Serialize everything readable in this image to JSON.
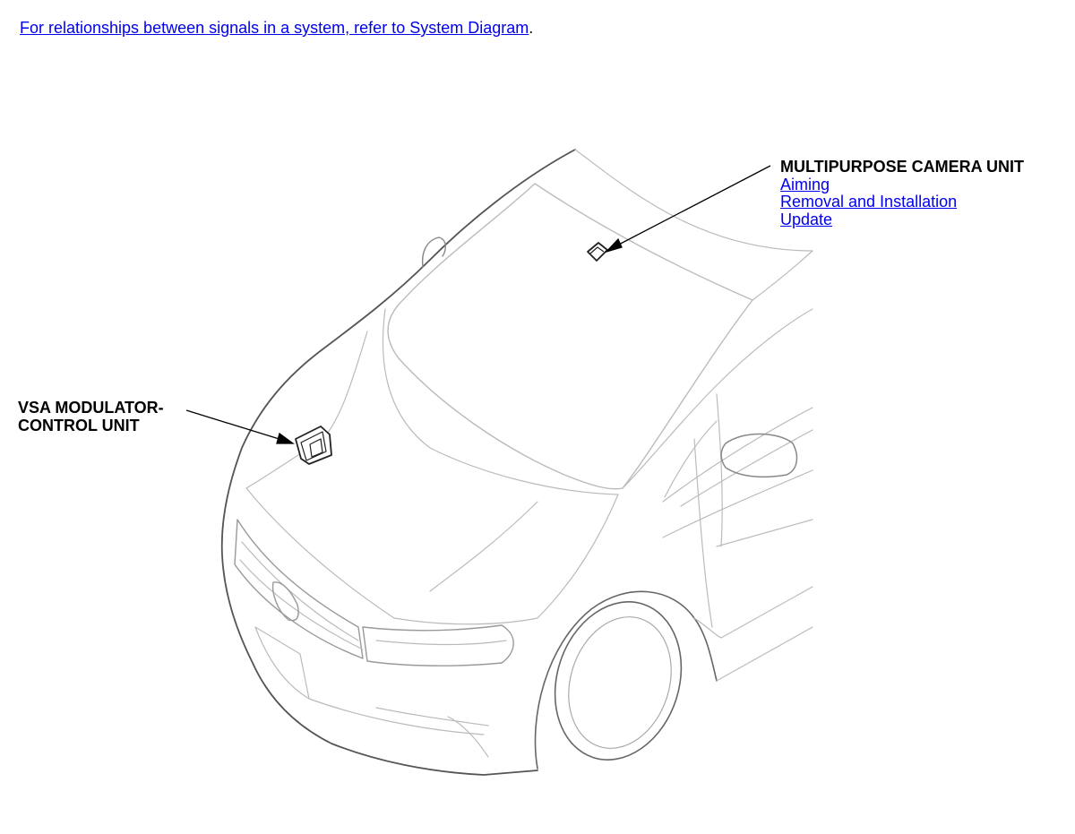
{
  "header": {
    "note_link": "For relationships between signals in a system, refer to System Diagram",
    "note_suffix": "."
  },
  "callouts": {
    "camera": {
      "title": "MULTIPURPOSE CAMERA UNIT",
      "links": [
        "Aiming",
        "Removal and Installation",
        "Update"
      ]
    },
    "vsa": {
      "title_line1": "VSA MODULATOR-",
      "title_line2": "CONTROL UNIT"
    }
  },
  "colors": {
    "link": "#0000ee",
    "line_art": "#b8b8b8",
    "outline": "#555555",
    "component": "#222222"
  }
}
